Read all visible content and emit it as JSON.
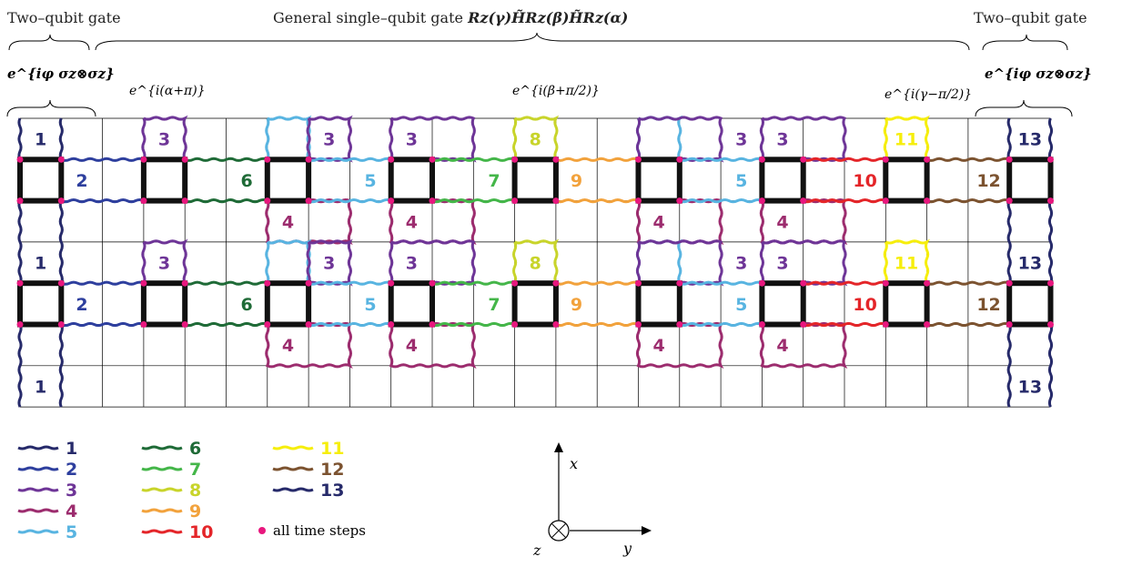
{
  "header": {
    "left_title": "Two–qubit gate",
    "right_title": "Two–qubit gate",
    "center_title_prefix": "General single–qubit gate ",
    "center_title_formula": "Rz(γ)H̃Rz(β)H̃Rz(α)",
    "left_gate": "e^{iφ σz⊗σz}",
    "right_gate": "e^{iφ σz⊗σz}",
    "phase_alpha": "e^{i(α+π)}",
    "phase_beta": "e^{i(β+π/2)}",
    "phase_gamma": "e^{i(γ−π/2)}"
  },
  "legend": {
    "items": [
      {
        "label": "1",
        "color": "#262a6a"
      },
      {
        "label": "2",
        "color": "#2e3f9e"
      },
      {
        "label": "3",
        "color": "#6e3597"
      },
      {
        "label": "4",
        "color": "#9c2c6e"
      },
      {
        "label": "5",
        "color": "#58b4e1"
      },
      {
        "label": "6",
        "color": "#1f6b37"
      },
      {
        "label": "7",
        "color": "#44b649"
      },
      {
        "label": "8",
        "color": "#c8d42a"
      },
      {
        "label": "9",
        "color": "#f2a23c"
      },
      {
        "label": "10",
        "color": "#e42529"
      },
      {
        "label": "11",
        "color": "#f6ee0c"
      },
      {
        "label": "12",
        "color": "#7c5330"
      },
      {
        "label": "13",
        "color": "#262a6a"
      }
    ],
    "dot_label": "all time steps",
    "dot_color": "#e8177e"
  },
  "axes": {
    "x": "x",
    "y": "y",
    "z": "z"
  },
  "cell_labels": [
    {
      "t": "1",
      "c": 0,
      "r": 0
    },
    {
      "t": "2",
      "c": 1,
      "r": 1
    },
    {
      "t": "3",
      "c": 3,
      "r": 0
    },
    {
      "t": "6",
      "c": 5,
      "r": 1
    },
    {
      "t": "3",
      "c": 7,
      "r": 0
    },
    {
      "t": "5",
      "c": 8,
      "r": 1
    },
    {
      "t": "4",
      "c": 6,
      "r": 2
    },
    {
      "t": "3",
      "c": 9,
      "r": 0
    },
    {
      "t": "4",
      "c": 9,
      "r": 2
    },
    {
      "t": "8",
      "c": 12,
      "r": 0
    },
    {
      "t": "7",
      "c": 11,
      "r": 1
    },
    {
      "t": "9",
      "c": 13,
      "r": 1
    },
    {
      "t": "3",
      "c": 17,
      "r": 0
    },
    {
      "t": "4",
      "c": 15,
      "r": 2
    },
    {
      "t": "5",
      "c": 17,
      "r": 1
    },
    {
      "t": "3",
      "c": 18,
      "r": 0
    },
    {
      "t": "4",
      "c": 18,
      "r": 2
    },
    {
      "t": "10",
      "c": 20,
      "r": 1
    },
    {
      "t": "11",
      "c": 21,
      "r": 0
    },
    {
      "t": "12",
      "c": 23,
      "r": 1
    },
    {
      "t": "13",
      "c": 24,
      "r": 0
    },
    {
      "t": "1",
      "c": 0,
      "r": 3
    },
    {
      "t": "2",
      "c": 1,
      "r": 4
    },
    {
      "t": "3",
      "c": 3,
      "r": 3
    },
    {
      "t": "6",
      "c": 5,
      "r": 4
    },
    {
      "t": "3",
      "c": 7,
      "r": 3
    },
    {
      "t": "5",
      "c": 8,
      "r": 4
    },
    {
      "t": "4",
      "c": 6,
      "r": 5
    },
    {
      "t": "3",
      "c": 9,
      "r": 3
    },
    {
      "t": "4",
      "c": 9,
      "r": 5
    },
    {
      "t": "8",
      "c": 12,
      "r": 3
    },
    {
      "t": "7",
      "c": 11,
      "r": 4
    },
    {
      "t": "9",
      "c": 13,
      "r": 4
    },
    {
      "t": "3",
      "c": 17,
      "r": 3
    },
    {
      "t": "4",
      "c": 15,
      "r": 5
    },
    {
      "t": "5",
      "c": 17,
      "r": 4
    },
    {
      "t": "3",
      "c": 18,
      "r": 3
    },
    {
      "t": "4",
      "c": 18,
      "r": 5
    },
    {
      "t": "10",
      "c": 20,
      "r": 4
    },
    {
      "t": "11",
      "c": 21,
      "r": 3
    },
    {
      "t": "12",
      "c": 23,
      "r": 4
    },
    {
      "t": "13",
      "c": 24,
      "r": 3
    },
    {
      "t": "1",
      "c": 0,
      "r": 6
    },
    {
      "t": "13",
      "c": 24,
      "r": 6
    }
  ]
}
